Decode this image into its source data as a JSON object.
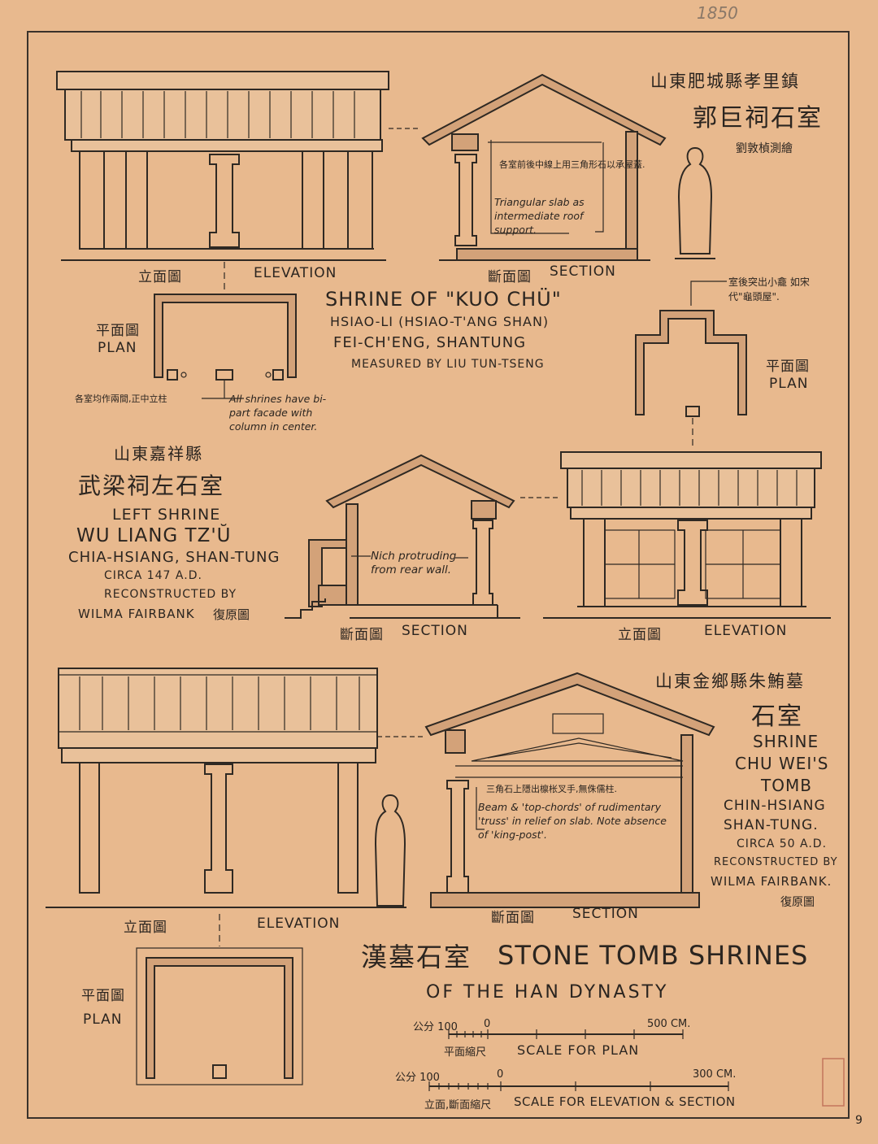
{
  "page": {
    "pencil_number": "1850",
    "page_number": "9"
  },
  "title": {
    "chinese": "漢墓石室",
    "english": "STONE TOMB SHRINES",
    "subtitle": "OF THE HAN DYNASTY"
  },
  "shrine_kuo_chu": {
    "cn_location": "山東肥城縣孝里鎮",
    "cn_name": "郭巨祠石室",
    "cn_credit": "劉敦楨測繪",
    "name": "SHRINE OF \"KUO CHÜ\"",
    "line1": "HSIAO-LI (HSIAO-T'ANG SHAN)",
    "line2": "FEI-CH'ENG, SHANTUNG",
    "line3": "MEASURED BY LIU TUN-TSENG",
    "elevation_cn": "立面圖",
    "elevation": "ELEVATION",
    "section_cn": "斷面圖",
    "section": "SECTION",
    "plan_cn": "平面圖",
    "plan": "PLAN",
    "note_cn": "各室前後中線上用三角形石以承屋蓋.",
    "note": "Triangular slab as intermediate roof support.",
    "plan_note_cn": "各室均作兩間,正中立柱",
    "plan_note": "All shrines have bi-part facade with column in center."
  },
  "shrine_wu_liang": {
    "cn_location": "山東嘉祥縣",
    "cn_name": "武梁祠左石室",
    "line1": "LEFT SHRINE",
    "line2": "WU LIANG TZ'Ŭ",
    "line3": "CHIA-HSIANG, SHAN-TUNG",
    "line4": "CIRCA 147 A.D.",
    "line5": "RECONSTRUCTED BY",
    "line6": "WILMA FAIRBANK",
    "cn_credit": "復原圖",
    "plan_note_cn": "室後突出小龕 如宋代\"龜頭屋\".",
    "plan_cn": "平面圖",
    "plan": "PLAN",
    "section_cn": "斷面圖",
    "section": "SECTION",
    "elevation_cn": "立面圖",
    "elevation": "ELEVATION",
    "note": "Nich protruding from rear wall."
  },
  "shrine_chu_wei": {
    "cn_location": "山東金鄉縣朱鮪墓",
    "cn_name": "石室",
    "line1": "SHRINE",
    "line2": "CHU WEI'S",
    "line3": "TOMB",
    "line4": "CHIN-HSIANG",
    "line5": "SHAN-TUNG.",
    "line6": "CIRCA 50 A.D.",
    "line7": "RECONSTRUCTED BY",
    "line8": "WILMA FAIRBANK.",
    "cn_credit": "復原圖",
    "elevation_cn": "立面圖",
    "elevation": "ELEVATION",
    "section_cn": "斷面圖",
    "section": "SECTION",
    "plan_cn": "平面圖",
    "plan": "PLAN",
    "note_cn": "三角石上隱出檩枨叉手,無侏儒柱.",
    "note": "Beam & 'top-chords' of rudimentary 'truss' in relief on slab. Note absence of 'king-post'."
  },
  "scales": {
    "plan_unit": "公分 100",
    "plan_zero": "0",
    "plan_end": "500 CM.",
    "plan_cn": "平面縮尺",
    "plan_label": "SCALE FOR PLAN",
    "elev_unit": "公分 100",
    "elev_zero": "0",
    "elev_end": "300 CM.",
    "elev_cn": "立面,斷面縮尺",
    "elev_label": "SCALE FOR ELEVATION & SECTION"
  }
}
